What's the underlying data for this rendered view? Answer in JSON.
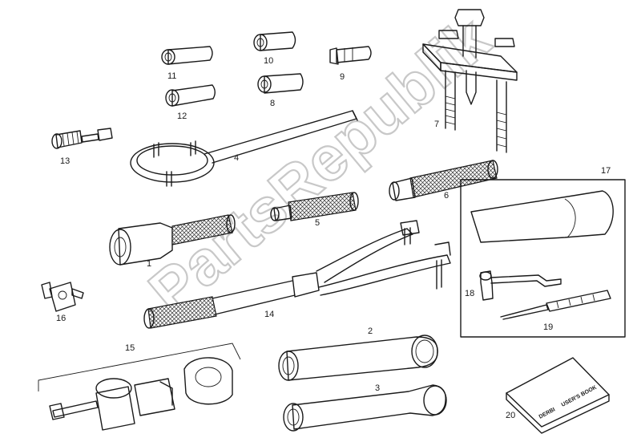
{
  "watermark": "PartsRepublik",
  "labels": {
    "l1": "1",
    "l2": "2",
    "l3": "3",
    "l4": "4",
    "l5": "5",
    "l6": "6",
    "l7": "7",
    "l8": "8",
    "l9": "9",
    "l10": "10",
    "l11": "11",
    "l12": "12",
    "l13": "13",
    "l14": "14",
    "l15": "15",
    "l16": "16",
    "l17": "17",
    "l18": "18",
    "l19": "19",
    "l20": "20"
  },
  "book": {
    "brand": "DERBI",
    "title": "USER'S BOOK"
  }
}
